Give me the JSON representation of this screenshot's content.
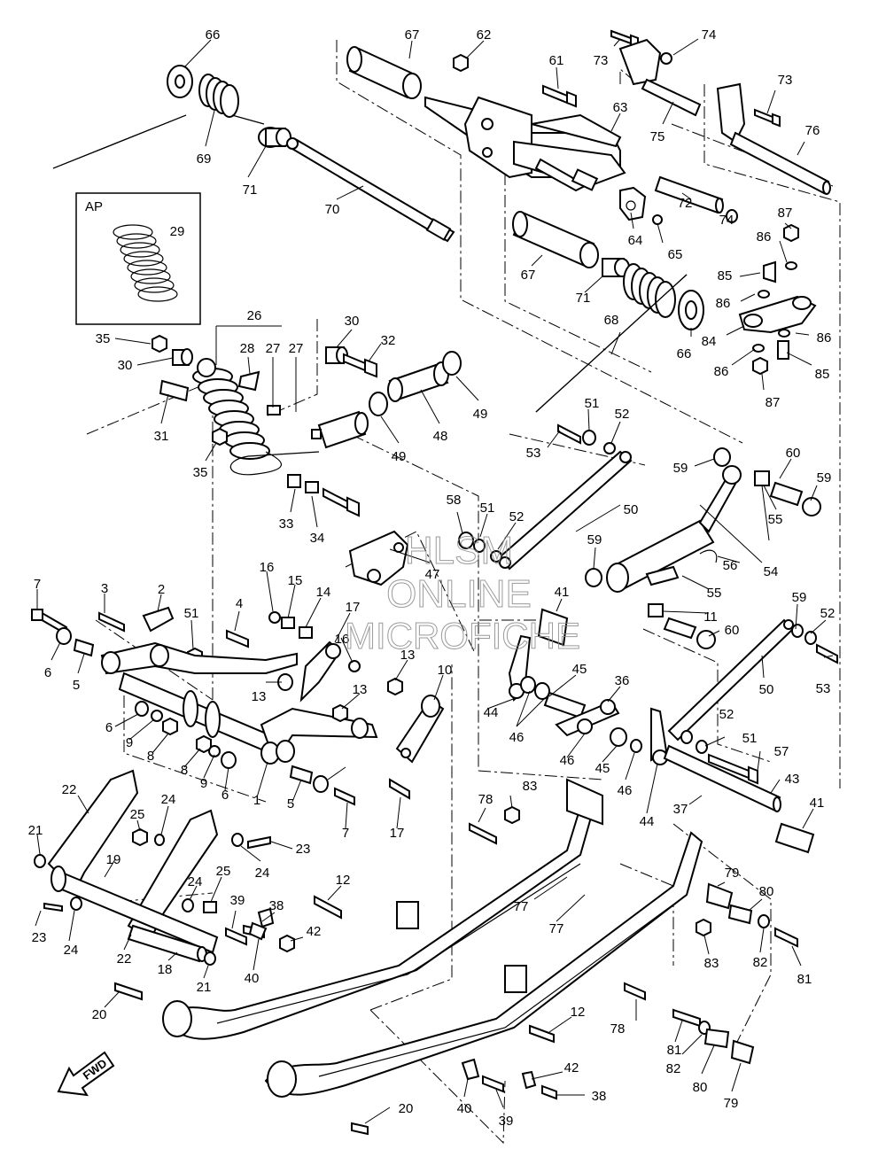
{
  "diagram": {
    "inset_label": "AP",
    "direction_label": "FWD",
    "watermark": [
      "HLSM",
      "ONLINE",
      "MICROFICHE"
    ],
    "callouts": [
      "66",
      "67",
      "62",
      "61",
      "73",
      "74",
      "73",
      "63",
      "75",
      "76",
      "69",
      "71",
      "70",
      "72",
      "74",
      "87",
      "29",
      "64",
      "65",
      "86",
      "85",
      "67",
      "71",
      "86",
      "26",
      "28",
      "27",
      "27",
      "30",
      "32",
      "68",
      "84",
      "86",
      "35",
      "30",
      "66",
      "86",
      "85",
      "87",
      "49",
      "31",
      "48",
      "51",
      "52",
      "53",
      "49",
      "59",
      "60",
      "35",
      "58",
      "51",
      "52",
      "59",
      "33",
      "34",
      "47",
      "50",
      "55",
      "59",
      "56",
      "54",
      "16",
      "15",
      "14",
      "41",
      "55",
      "7",
      "3",
      "2",
      "4",
      "17",
      "11",
      "60",
      "59",
      "52",
      "51",
      "16",
      "6",
      "5",
      "13",
      "45",
      "13",
      "10",
      "50",
      "53",
      "44",
      "36",
      "46",
      "52",
      "51",
      "6",
      "9",
      "8",
      "13",
      "57",
      "8",
      "9",
      "6",
      "1",
      "5",
      "46",
      "45",
      "46",
      "44",
      "43",
      "7",
      "17",
      "37",
      "41",
      "22",
      "83",
      "78",
      "24",
      "25",
      "21",
      "23",
      "24",
      "19",
      "12",
      "25",
      "24",
      "77",
      "79",
      "80",
      "38",
      "39",
      "42",
      "23",
      "24",
      "22",
      "18",
      "21",
      "77",
      "83",
      "82",
      "81",
      "40",
      "20",
      "12",
      "78",
      "81",
      "82",
      "80",
      "79",
      "42",
      "38",
      "40",
      "39",
      "20"
    ]
  }
}
